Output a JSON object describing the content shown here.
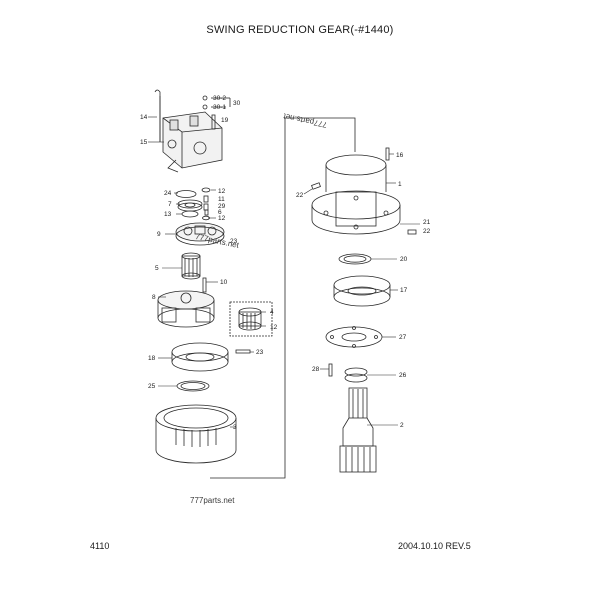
{
  "title": "SWING REDUCTION GEAR(-#1440)",
  "page_number": "4110",
  "revision": "2004.10.10  REV.5",
  "watermarks": [
    "777parts.net",
    "777parts.net",
    "777parts.net"
  ],
  "callouts": {
    "c14": "14",
    "c15": "15",
    "c30_2": "30-2",
    "c30": "30",
    "c30_1": "30-1",
    "c19": "19",
    "c24": "24",
    "c12a": "12",
    "c7": "7",
    "c11": "11",
    "c29": "29",
    "c13": "13",
    "c6": "6",
    "c12b": "12",
    "c9": "9",
    "c23a": "23",
    "c5": "5",
    "c10": "10",
    "c8": "8",
    "c4": "4",
    "c12c": "12",
    "c18": "18",
    "c23b": "23",
    "c25": "25",
    "c3": "3",
    "c16": "16",
    "c1": "1",
    "c22a": "22",
    "c21": "21",
    "c22b": "22",
    "c20": "20",
    "c17": "17",
    "c27": "27",
    "c28": "28",
    "c26": "26",
    "c2": "2"
  }
}
